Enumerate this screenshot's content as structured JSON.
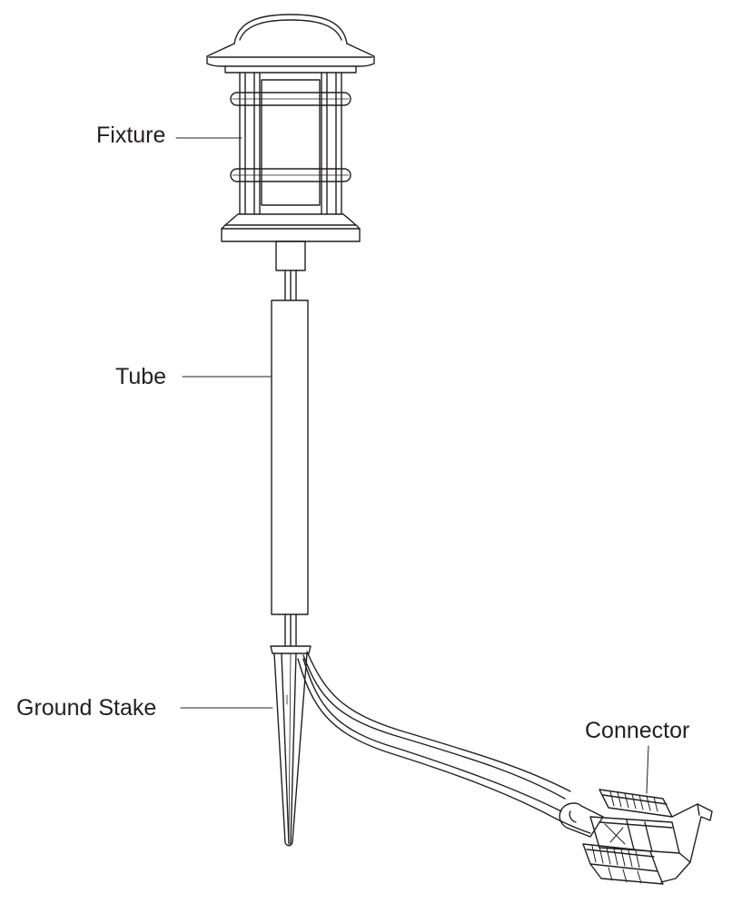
{
  "labels": {
    "fixture": "Fixture",
    "tube": "Tube",
    "ground_stake": "Ground Stake",
    "connector": "Connector"
  },
  "colors": {
    "line": "#231f20",
    "background": "#ffffff"
  }
}
